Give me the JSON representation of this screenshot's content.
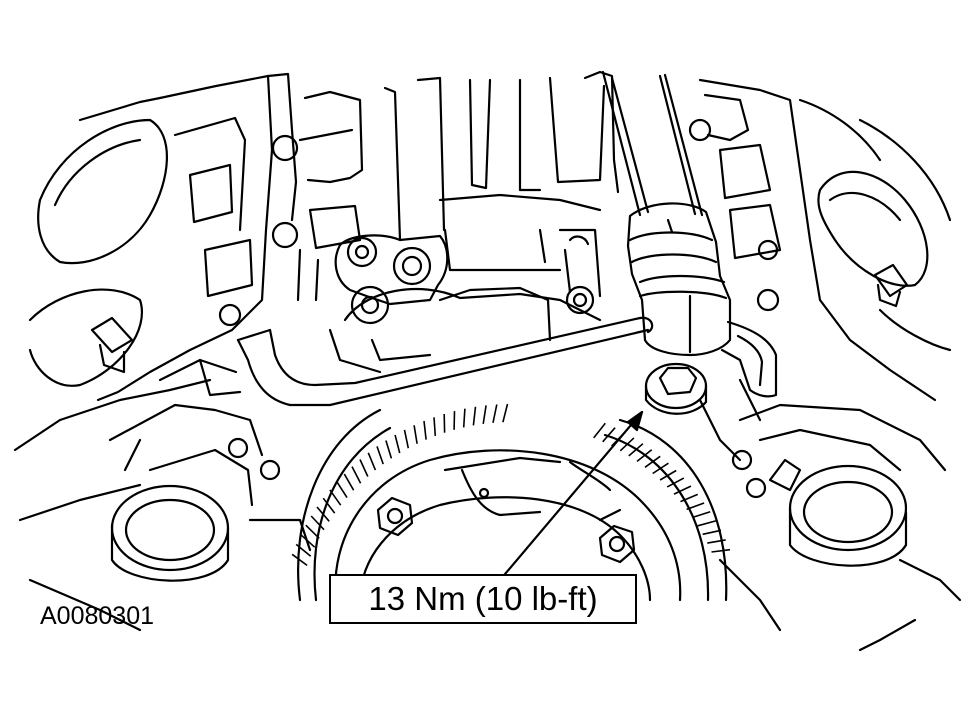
{
  "figure": {
    "id_label": "A0080301",
    "torque_callout": "13 Nm (10 lb-ft)"
  },
  "colors": {
    "line": "#000000",
    "background": "#ffffff"
  },
  "components": [
    {
      "name": "engine-block-illustration",
      "icon": "engine-block-icon"
    },
    {
      "name": "oil-pump-pickup-tube",
      "icon": "pickup-tube-icon"
    },
    {
      "name": "torque-wrench-extension",
      "icon": "wrench-icon"
    },
    {
      "name": "flywheel-ring-gear",
      "icon": "ring-gear-icon"
    },
    {
      "name": "pickup-tube-bolt",
      "icon": "bolt-icon"
    }
  ]
}
